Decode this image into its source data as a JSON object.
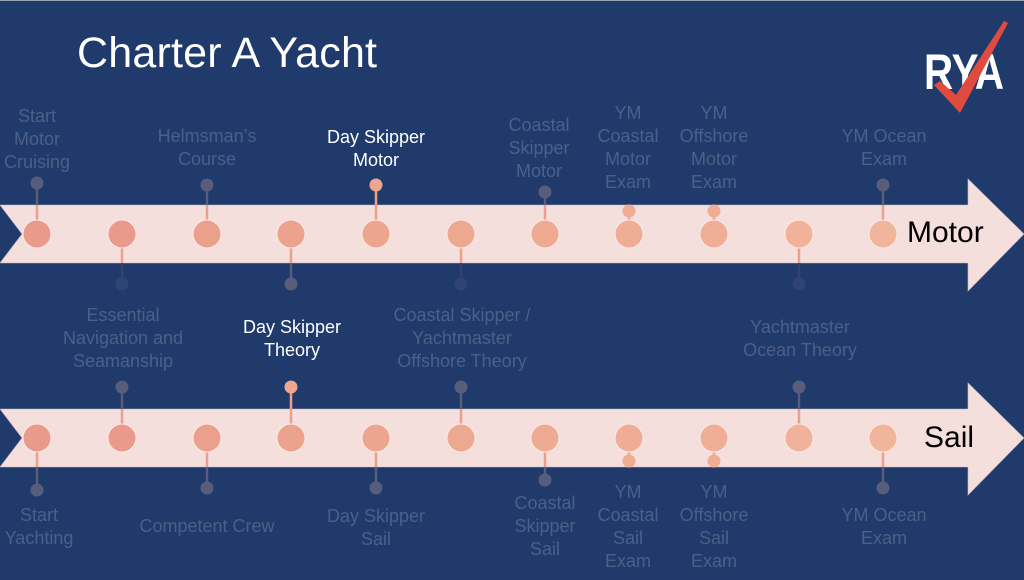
{
  "title": "Charter A Yacht",
  "logo": {
    "text": "RYA",
    "check_color": "#e04b3f"
  },
  "colors": {
    "background": "#1f3a6b",
    "band": "#f5dfdd",
    "dim_text": "#4c5f88",
    "active_text": "#ffffff",
    "dim_pin": "#575d7a",
    "active_pin": "#f0a58e"
  },
  "tracks": {
    "motor": {
      "label": "Motor",
      "above": [
        {
          "label": "Start\nMotor\nCruising",
          "active": false
        },
        {
          "label": "Helmsman's\nCourse",
          "active": false
        },
        {
          "label": "Day Skipper\nMotor",
          "active": true
        },
        {
          "label": "Coastal\nSkipper\nMotor",
          "active": false
        },
        {
          "label": "YM\nCoastal\nMotor\nExam",
          "active": false
        },
        {
          "label": "YM\nOffshore\nMotor\nExam",
          "active": false
        },
        {
          "label": "YM Ocean\nExam",
          "active": false
        }
      ]
    },
    "sail": {
      "label": "Sail",
      "above": [
        {
          "label": "Essential\nNavigation and\nSeamanship",
          "active": false
        },
        {
          "label": "Day Skipper\nTheory",
          "active": true
        },
        {
          "label": "Coastal Skipper /\nYachtmaster\nOffshore Theory",
          "active": false
        },
        {
          "label": "Yachtmaster\nOcean Theory",
          "active": false
        }
      ],
      "below": [
        {
          "label": "Start\nYachting",
          "active": false
        },
        {
          "label": "Competent Crew",
          "active": false
        },
        {
          "label": "Day Skipper\nSail",
          "active": false
        },
        {
          "label": "Coastal\nSkipper\nSail",
          "active": false
        },
        {
          "label": "YM\nCoastal\nSail\nExam",
          "active": false
        },
        {
          "label": "YM\nOffshore\nSail\nExam",
          "active": false
        },
        {
          "label": "YM Ocean\nExam",
          "active": false
        }
      ]
    }
  },
  "labels": {
    "m_start": "Start\nMotor\nCruising",
    "m_helm": "Helmsman’s\nCourse",
    "m_ds": "Day Skipper\nMotor",
    "m_cs": "Coastal\nSkipper\nMotor",
    "m_ymc": "YM\nCoastal\nMotor\nExam",
    "m_ymo": "YM\nOffshore\nMotor\nExam",
    "m_ocean": "YM Ocean\nExam",
    "s_ens": "Essential\nNavigation and\nSeamanship",
    "s_dst": "Day Skipper\nTheory",
    "s_cst": "Coastal Skipper /\nYachtmaster\nOffshore Theory",
    "s_yot": "Yachtmaster\nOcean Theory",
    "s_start": "Start\nYachting",
    "s_cc": "Competent Crew",
    "s_ds": "Day Skipper\nSail",
    "s_cs": "Coastal\nSkipper\nSail",
    "s_ymc": "YM\nCoastal\nSail\nExam",
    "s_ymo": "YM\nOffshore\nSail\nExam",
    "s_ocean": "YM Ocean\nExam",
    "motor": "Motor",
    "sail": "Sail"
  }
}
